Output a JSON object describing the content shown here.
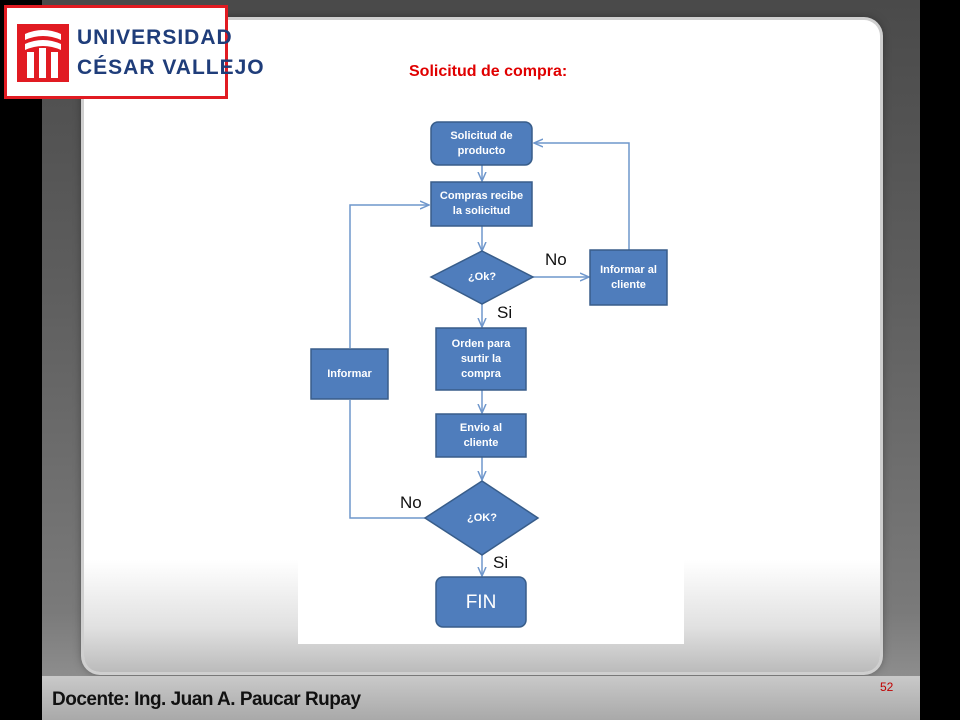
{
  "logo": {
    "line1": "UNIVERSIDAD",
    "line2": "CÉSAR VALLEJO",
    "color_primary": "#e11b22",
    "color_text": "#1f3d7a"
  },
  "slide": {
    "title": "Solicitud de compra:",
    "footer_teacher": "Docente: Ing. Juan A. Paucar Rupay",
    "page_number": "52",
    "title_color": "#e00000"
  },
  "diagram": {
    "node_color": "#4f7dbc",
    "node_border": "#385d8a",
    "edge_color": "#6f97cc",
    "nodes": {
      "solicitud": "Solicitud de producto",
      "compras": "Compras recibe la solicitud",
      "ok1": "¿Ok?",
      "informar_cliente": "Informar al cliente",
      "orden": "Orden para surtir la compra",
      "envio": "Envio al cliente",
      "ok2": "¿OK?",
      "informar": "Informar",
      "fin": "FIN"
    },
    "edge_labels": {
      "no1": "No",
      "si1": "Si",
      "no2": "No",
      "si2": "Si"
    }
  }
}
